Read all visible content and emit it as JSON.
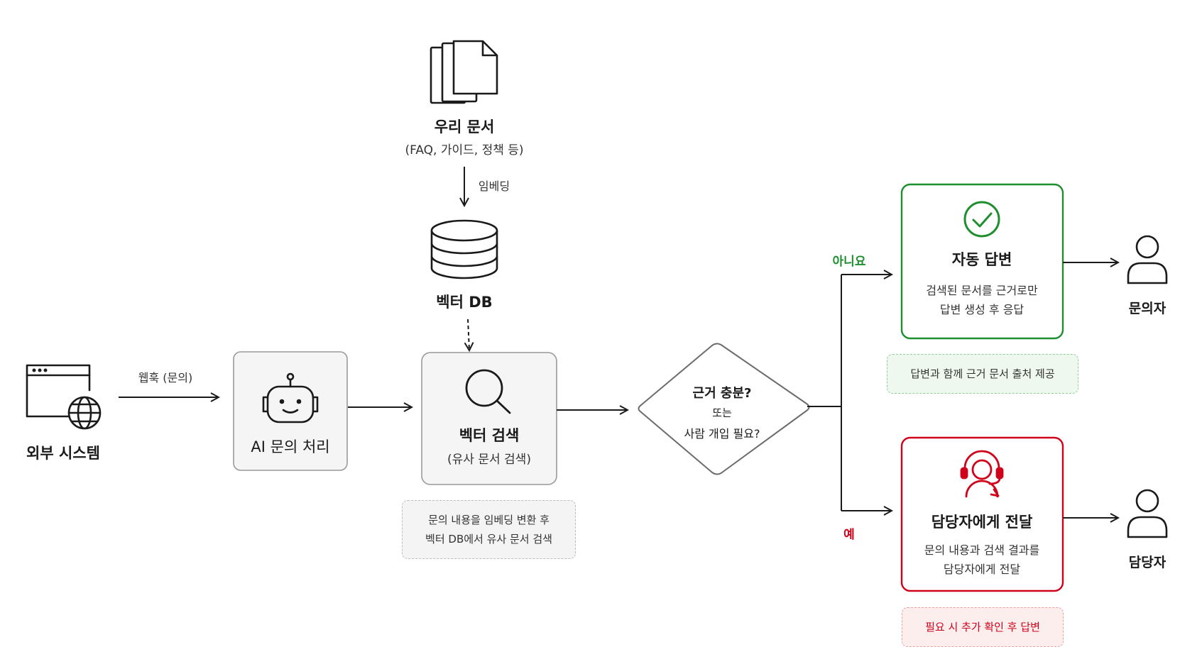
{
  "external_system": {
    "label": "외부 시스템"
  },
  "webhook": {
    "label": "웹훅 (문의)"
  },
  "ai_process": {
    "label": "AI 문의 처리"
  },
  "documents": {
    "title": "우리 문서",
    "subtitle": "(FAQ, 가이드, 정책 등)"
  },
  "embedding": {
    "label": "임베딩"
  },
  "vector_db": {
    "label": "벡터 DB"
  },
  "vector_search": {
    "title": "벡터 검색",
    "subtitle": "(유사 문서 검색)",
    "note_line1": "문의 내용을 임베딩 변환 후",
    "note_line2": "벡터 DB에서 유사 문서 검색"
  },
  "decision": {
    "line1": "근거 충분?",
    "line2": "또는",
    "line3": "사람 개입 필요?"
  },
  "branch_no": {
    "label": "아니요",
    "color": "#1e8e2f"
  },
  "branch_yes": {
    "label": "예",
    "color": "#d0021b"
  },
  "auto_answer": {
    "title": "자동 답변",
    "line1": "검색된 문서를 근거로만",
    "line2": "답변 생성 후 응답",
    "note": "답변과 함께 근거 문서 출처 제공",
    "color": "#1e8e2f"
  },
  "handoff": {
    "title": "담당자에게 전달",
    "line1": "문의 내용과 검색 결과를",
    "line2": "담당자에게 전달",
    "note": "필요 시 추가 확인 후 답변",
    "color": "#d0021b"
  },
  "inquirer": {
    "label": "문의자"
  },
  "agent": {
    "label": "담당자"
  },
  "icons": {
    "external": "browser-globe-icon",
    "ai": "robot-icon",
    "documents": "documents-icon",
    "database": "database-icon",
    "search": "magnifier-icon",
    "check": "check-circle-icon",
    "headset": "headset-agent-icon",
    "person": "person-icon"
  }
}
